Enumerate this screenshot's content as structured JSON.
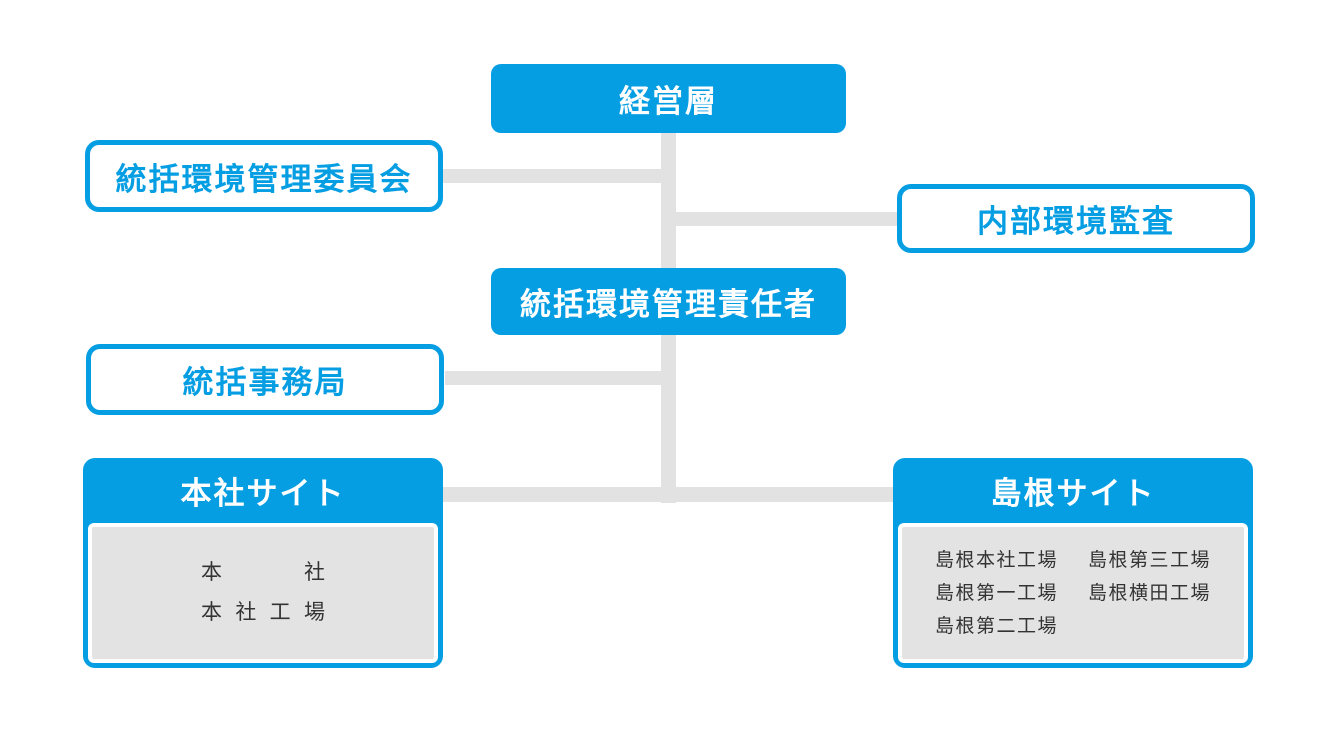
{
  "colors": {
    "node_blue": "#069ee3",
    "connector_gray": "#e2e2e2",
    "panel_gray": "#e3e3e3",
    "node_text_white": "#ffffff",
    "member_text": "#333333"
  },
  "org": {
    "management": {
      "label": "経営層"
    },
    "committee": {
      "label": "統括環境管理委員会"
    },
    "internal_audit": {
      "label": "内部環境監査"
    },
    "chief_manager": {
      "label": "統括環境管理責任者"
    },
    "secretariat": {
      "label": "統括事務局"
    },
    "head_office_site": {
      "title": "本社サイト",
      "members": [
        "本社",
        "本社工場"
      ]
    },
    "shimane_site": {
      "title": "島根サイト",
      "members_col1": [
        "島根本社工場",
        "島根第一工場",
        "島根第二工場"
      ],
      "members_col2": [
        "島根第三工場",
        "島根横田工場"
      ]
    }
  }
}
